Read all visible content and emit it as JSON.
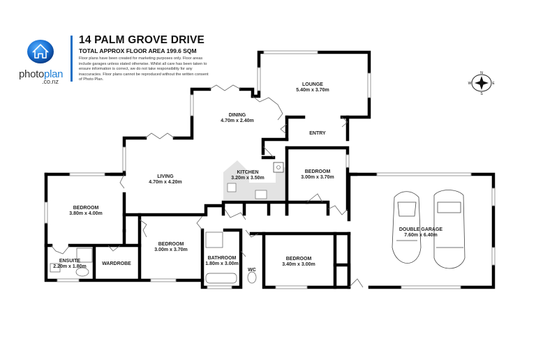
{
  "header": {
    "title": "14 PALM GROVE DRIVE",
    "subtitle": "TOTAL APPROX FLOOR AREA 199.6 SQM",
    "disclaimer": "Floor plans have been created for marketing purposes only. Floor areas include garages unless stated otherwise. Whilst all care has been taken to ensure information is correct, we do not take responsibility for any inaccuracies. Floor plans cannot be reproduced without the written consent of Photo Plan."
  },
  "brand": {
    "name_part1": "photo",
    "name_part2": "plan",
    "suffix": ".co.nz",
    "logo_icon": "house-icon",
    "accent_color": "#1e7fd6"
  },
  "compass": {
    "n": "N",
    "s": "S",
    "e": "E",
    "w": "W"
  },
  "rooms": [
    {
      "name": "LOUNGE",
      "size": "5.40m  x 3.70m"
    },
    {
      "name": "DINING",
      "size": "4.70m  x 2.40m"
    },
    {
      "name": "ENTRY",
      "size": ""
    },
    {
      "name": "LIVING",
      "size": "4.70m  x 4.20m"
    },
    {
      "name": "KITCHEN",
      "size": "3.20m  x 3.50m"
    },
    {
      "name": "BEDROOM",
      "size": "3.00m  x 3.70m"
    },
    {
      "name": "BEDROOM",
      "size": "3.80m  x 4.00m"
    },
    {
      "name": "BEDROOM",
      "size": "3.00m  x 3.70m"
    },
    {
      "name": "ENSUITE",
      "size": "2.20m  x 1.80m"
    },
    {
      "name": "WARDROBE",
      "size": ""
    },
    {
      "name": "BATHROOM",
      "size": "1.80m  x 3.00m"
    },
    {
      "name": "WC",
      "size": ""
    },
    {
      "name": "BEDROOM",
      "size": "3.40m  x 3.00m"
    },
    {
      "name": "DOUBLE GARAGE",
      "size": "7.60m  x 6.40m"
    }
  ]
}
